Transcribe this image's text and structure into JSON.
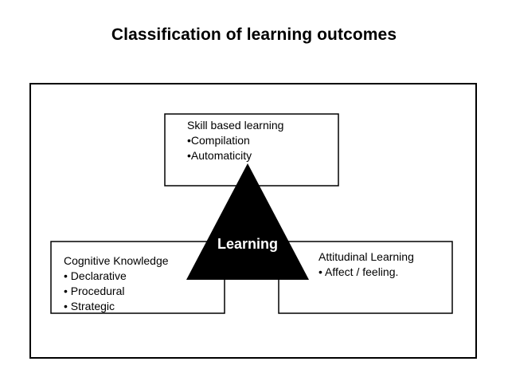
{
  "title": "Classification of learning outcomes",
  "center": {
    "label": "Learning"
  },
  "skill": {
    "heading": "Skill based learning",
    "items": [
      "•Compilation",
      "•Automaticity"
    ]
  },
  "cognitive": {
    "heading": "Cognitive Knowledge",
    "items": [
      "• Declarative",
      "• Procedural",
      "• Strategic"
    ]
  },
  "attitudinal": {
    "heading": "Attitudinal Learning",
    "items": [
      "• Affect / feeling."
    ]
  },
  "colors": {
    "stroke": "#000000",
    "triangle_fill": "#000000",
    "triangle_text": "#ffffff"
  }
}
